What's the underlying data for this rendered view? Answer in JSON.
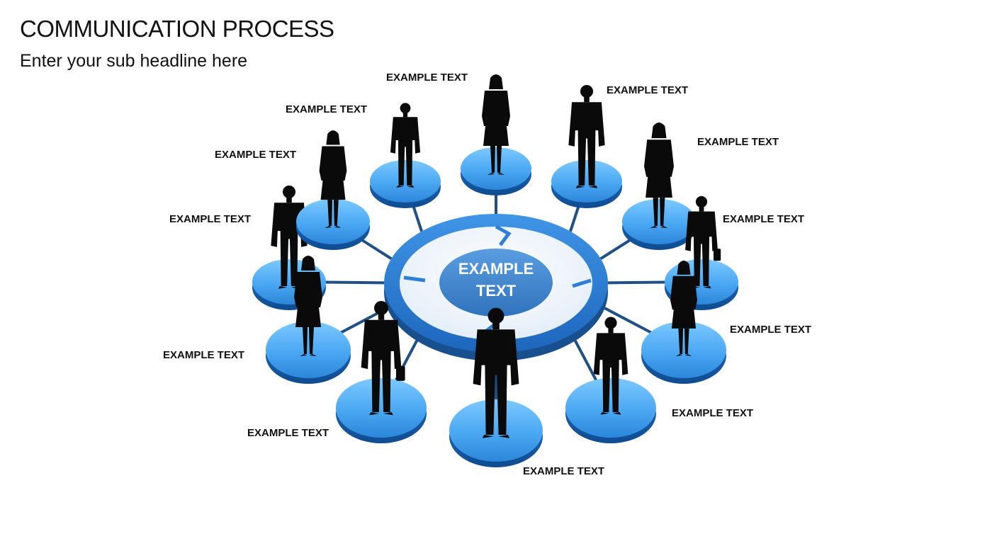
{
  "title": "COMMUNICATION PROCESS",
  "subtitle": "Enter your sub headline here",
  "center": {
    "line1": "EXAMPLE",
    "line2": "TEXT"
  },
  "nodes": [
    {
      "label": "EXAMPLE TEXT",
      "figure": "man-suit-icon"
    },
    {
      "label": "EXAMPLE TEXT",
      "figure": "woman-suit-icon"
    },
    {
      "label": "EXAMPLE TEXT",
      "figure": "man-suit-icon"
    },
    {
      "label": "EXAMPLE TEXT",
      "figure": "woman-suit-icon"
    },
    {
      "label": "EXAMPLE TEXT",
      "figure": "man-briefcase-icon"
    },
    {
      "label": "EXAMPLE TEXT",
      "figure": "woman-phone-icon"
    },
    {
      "label": "EXAMPLE TEXT",
      "figure": "man-tablet-icon"
    },
    {
      "label": "EXAMPLE TEXT",
      "figure": "man-suit-icon"
    },
    {
      "label": "EXAMPLE TEXT",
      "figure": "man-briefcase-icon"
    },
    {
      "label": "EXAMPLE TEXT",
      "figure": "woman-suit-icon"
    },
    {
      "label": "EXAMPLE TEXT",
      "figure": "man-suit-icon"
    },
    {
      "label": "EXAMPLE TEXT",
      "figure": "woman-suit-icon"
    }
  ],
  "colors": {
    "disc_light": "#5ab8ff",
    "disc_dark": "#1e72cf",
    "ring": "#2f7fd6",
    "hub": "#3f86cf",
    "connector": "#1f4f85",
    "silhouette": "#0a0a0a"
  }
}
